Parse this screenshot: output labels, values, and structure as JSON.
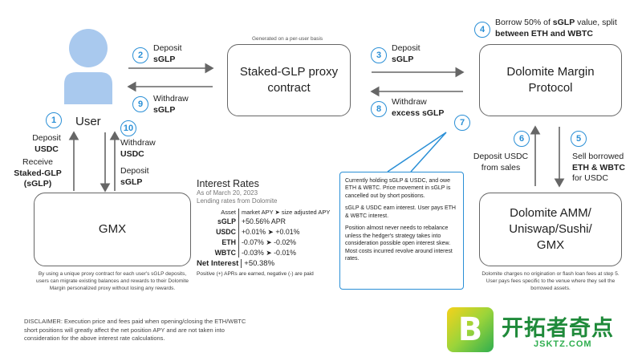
{
  "nodes": {
    "user": "User",
    "proxy": "Staked-GLP proxy\ncontract",
    "proxy_note": "Generated on a per-user basis",
    "dolomite": "Dolomite Margin\nProtocol",
    "gmx": "GMX",
    "amm": "Dolomite AMM/\nUniswap/Sushi/\nGMX"
  },
  "steps": [
    {
      "n": "1",
      "line1": "Deposit",
      "line2": "USDC"
    },
    {
      "n": "2",
      "line1": "Deposit",
      "line2": "sGLP"
    },
    {
      "n": "3",
      "line1": "Deposit",
      "line2": "sGLP"
    },
    {
      "n": "4",
      "text": "Borrow 50% of sGLP value, split between ETH and WBTC"
    },
    {
      "n": "5",
      "line1": "Sell borrowed",
      "line2": "ETH & WBTC",
      "line3": "for USDC"
    },
    {
      "n": "6",
      "line1": "Deposit USDC",
      "line2": "from sales"
    },
    {
      "n": "7"
    },
    {
      "n": "8",
      "line1": "Withdraw",
      "line2": "excess sGLP"
    },
    {
      "n": "9",
      "line1": "Withdraw",
      "line2": "sGLP"
    },
    {
      "n": "10",
      "line1": "Withdraw",
      "line2": "USDC"
    }
  ],
  "labels": {
    "receive": "Receive",
    "staked_glp": "Staked-GLP",
    "sglp_paren": "(sGLP)",
    "deposit": "Deposit",
    "sglp": "sGLP",
    "step4_a": "Borrow 50% of ",
    "step4_b": "sGLP",
    "step4_c": " value, split",
    "step4_d": "between ETH and WBTC"
  },
  "gmx_note": "By using a unique proxy contract for each user's sGLP deposits, users can migrate existing balances and rewards to their Dolomite Margin personalized proxy without losing any rewards.",
  "amm_note": "Dolomite charges no origination or flash loan fees at step 5. User pays fees specific to the venue where they sell the borrowed assets.",
  "interest": {
    "title": "Interest Rates",
    "date": "As of March 20, 2023",
    "source": "Lending rates from Dolomite",
    "header_k": "Asset",
    "header_v": "market APY ➤ size adjusted APY",
    "rows": [
      {
        "asset": "sGLP",
        "value": "+50.56% APR"
      },
      {
        "asset": "USDC",
        "value": "+0.01% ➤ +0.01%"
      },
      {
        "asset": "ETH",
        "value": "-0.07% ➤ -0.02%"
      },
      {
        "asset": "WBTC",
        "value": "-0.03% ➤ -0.01%"
      }
    ],
    "net_label": "Net Interest",
    "net_value": "+50.38%",
    "note": "Positive (+) APRs are earned, negative (-) are paid"
  },
  "callout": {
    "p1": "Currently holding sGLP & USDC, and owe ETH & WBTC. Price movement in sGLP is cancelled out by short positions.",
    "p2": "sGLP & USDC earn interest. User pays ETH & WBTC interest.",
    "p3": "Position almost never needs to rebalance unless the hedger's strategy takes into consideration possible open interest skew. Most costs incurred revolve around interest rates."
  },
  "disclaimer": "DISCLAIMER: Execution price and fees paid when opening/closing the ETH/WBTC short positions will greatly affect the net position APY and are not taken into consideration for the above interest rate calculations.",
  "watermark": {
    "mark": "B",
    "name": "开拓者奇点",
    "url": "JSKTZ.COM"
  },
  "colors": {
    "accent": "#2a8fd6",
    "user_icon": "#a9c9ee",
    "arrow": "#666666"
  }
}
